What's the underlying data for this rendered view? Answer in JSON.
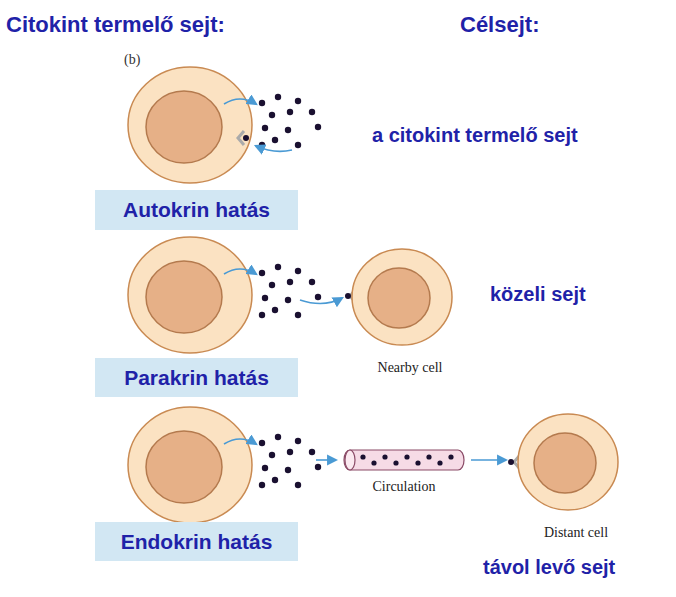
{
  "diagram": {
    "nodes": [
      {
        "text": [
          "Autokrin hatás"
        ]
      },
      {
        "text": [
          "Nearby cell"
        ]
      },
      {
        "text": [
          "Parakrin hatás"
        ]
      },
      {
        "text": [
          "Circulation"
        ]
      },
      {
        "text": [
          "Distant cell"
        ]
      },
      {
        "text": [
          "Endokrin hatás"
        ]
      }
    ],
    "edges": [
      {
        "from": 3,
        "to": 4,
        "arrow": "to"
      }
    ],
    "labels": [
      "Citokint termelő sejt:",
      "Célsejt:",
      "(b)",
      "a citokint termelő sejt",
      "közeli sejt",
      "távol levő sejt"
    ]
  }
}
